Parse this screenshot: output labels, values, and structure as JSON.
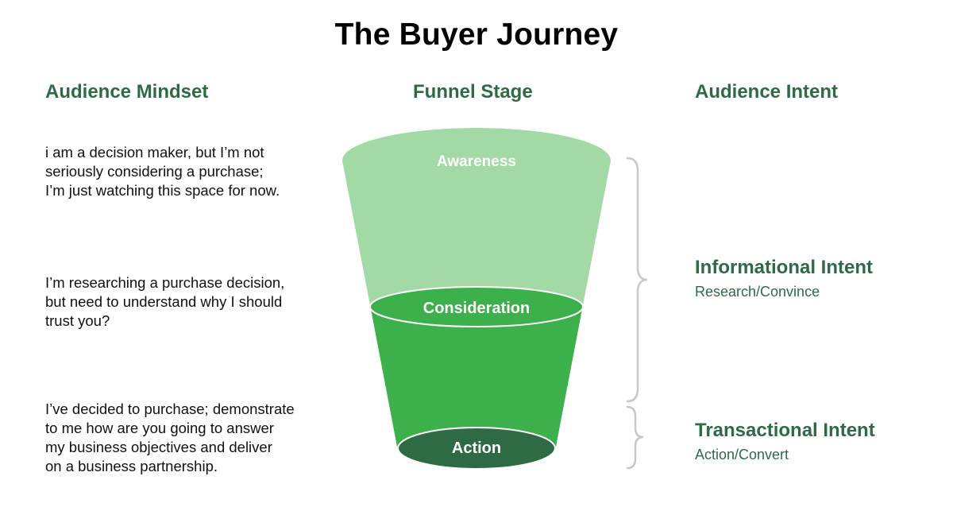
{
  "title": "The Buyer Journey",
  "columns": {
    "mindset": "Audience Mindset",
    "stage": "Funnel Stage",
    "intent": "Audience Intent"
  },
  "mindset": [
    "i am a decision maker, but I’m not\nseriously considering a purchase;\nI’m just watching this space for now.",
    "I’m researching a purchase decision,\nbut need to understand why I should\ntrust you?",
    "I’ve decided to purchase; demonstrate\nto me how are you going to answer\nmy business objectives and deliver\non a business partnership."
  ],
  "stages": [
    {
      "label": "Awareness",
      "color": "#a3d9a4"
    },
    {
      "label": "Consideration",
      "color": "#3cb04a"
    },
    {
      "label": "Action",
      "color": "#2e6b45"
    }
  ],
  "intents": [
    {
      "title": "Informational Intent",
      "subtitle": "Research/Convince"
    },
    {
      "title": "Transactional Intent",
      "subtitle": "Action/Convert"
    }
  ],
  "colors": {
    "accent": "#2e6b45",
    "bracket": "#c8c8c8"
  }
}
